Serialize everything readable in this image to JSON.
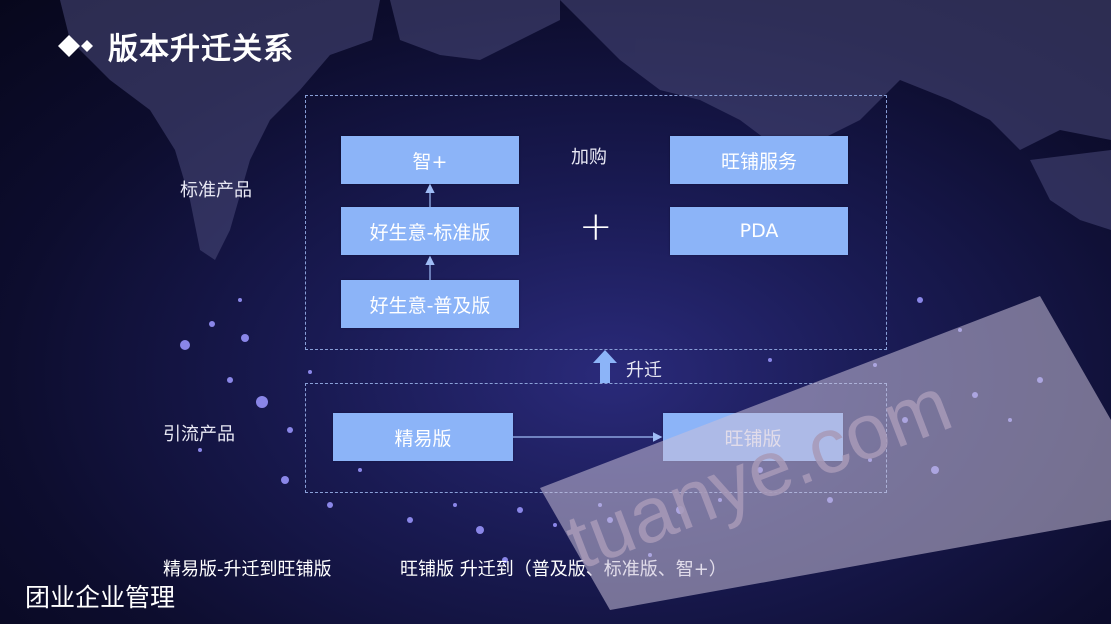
{
  "title": "版本升迁关系",
  "standard": {
    "label": "标准产品",
    "boxes": [
      "智+",
      "好生意-标准版",
      "好生意-普及版"
    ],
    "addon_label": "加购",
    "addons": [
      "旺铺服务",
      "PDA"
    ]
  },
  "migrate_label": "升迁",
  "lead": {
    "label": "引流产品",
    "from": "精易版",
    "to": "旺铺版"
  },
  "notes": {
    "left": "精易版-升迁到旺铺版",
    "right": "旺铺版 升迁到（普及版、标准版、智+）"
  },
  "footer": "团业企业管理",
  "watermark": "tuanye.com",
  "colors": {
    "box": "#8cb4f8",
    "background": "#151545",
    "dash": "#8aa0d8"
  }
}
